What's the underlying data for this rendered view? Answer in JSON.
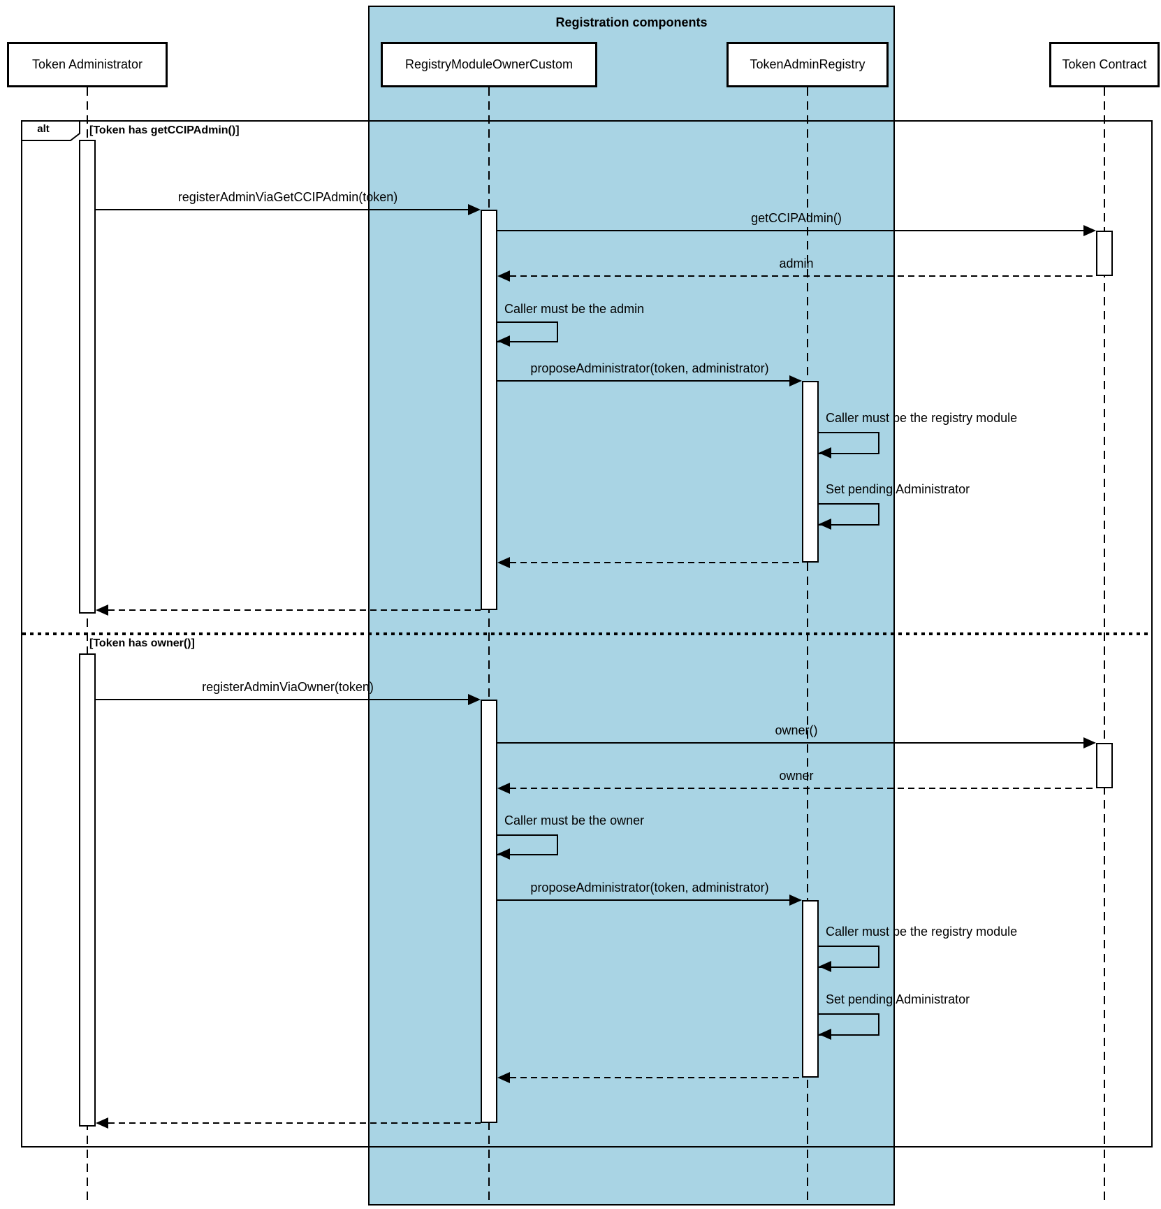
{
  "colors": {
    "container_fill": "#a9d4e4",
    "stroke": "#000000",
    "background": "#ffffff"
  },
  "container": {
    "title": "Registration components"
  },
  "participants": [
    {
      "label": "Token Administrator"
    },
    {
      "label": "RegistryModuleOwnerCustom"
    },
    {
      "label": "TokenAdminRegistry"
    },
    {
      "label": "Token Contract"
    }
  ],
  "alt_frame": {
    "operator": "alt",
    "condition_1": "[Token has getCCIPAdmin()]",
    "condition_2": "[Token has owner()]"
  },
  "messages": {
    "register_admin_via_get_ccip_admin": "registerAdminViaGetCCIPAdmin(token)",
    "get_ccip_admin_call": "getCCIPAdmin()",
    "admin_return": "admin",
    "caller_must_be_admin": "Caller must be the admin",
    "propose_administrator_1": "proposeAdministrator(token, administrator)",
    "caller_must_be_registry_module_1": "Caller must be the registry module",
    "set_pending_administrator_1": "Set pending Administrator",
    "register_admin_via_owner": "registerAdminViaOwner(token)",
    "owner_call": "owner()",
    "owner_return": "owner",
    "caller_must_be_owner": "Caller must be the owner",
    "propose_administrator_2": "proposeAdministrator(token, administrator)",
    "caller_must_be_registry_module_2": "Caller must be the registry module",
    "set_pending_administrator_2": "Set pending Administrator"
  }
}
